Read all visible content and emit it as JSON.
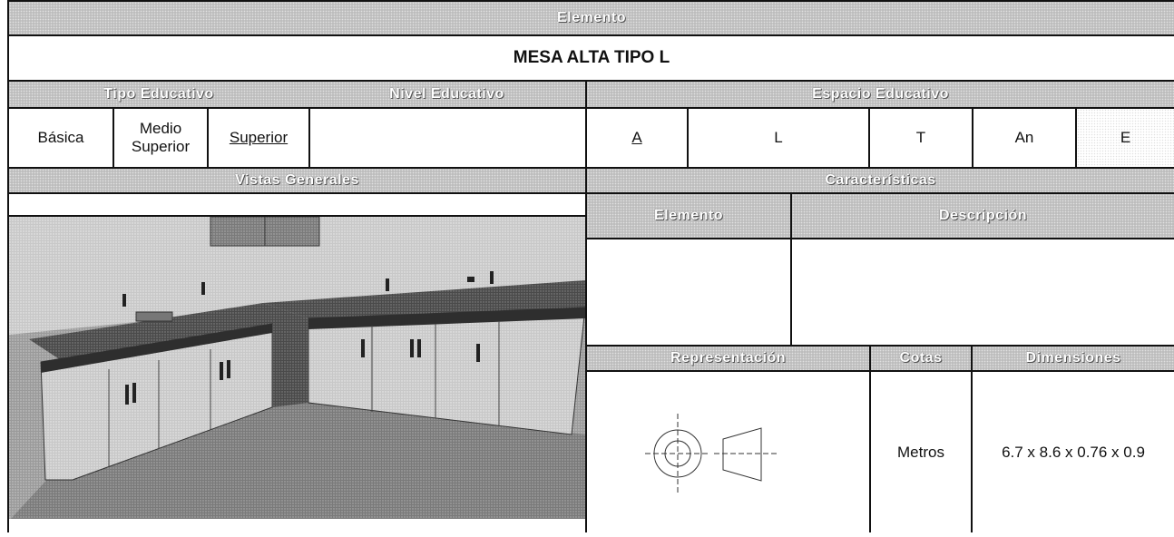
{
  "header": {
    "section_label": "Elemento",
    "title": "MESA ALTA TIPO L"
  },
  "left": {
    "tipo_label": "Tipo Educativo",
    "nivel_label": "Nivel Educativo",
    "nivel_options": [
      "Básica",
      "Medio Superior",
      "Superior"
    ],
    "selected_nivel": "Superior",
    "vistas_label": "Vistas Generales"
  },
  "right": {
    "espacio_label": "Espacio Educativo",
    "espacio_options": [
      "A",
      "L",
      "T",
      "An",
      "E"
    ],
    "selected_espacio": "A",
    "caracteristicas_label": "Características",
    "elemento_label": "Elemento",
    "descripcion_label": "Descripción",
    "representacion_label": "Representación",
    "cotas_label": "Cotas",
    "dimensiones_label": "Dimensiones",
    "cotas_value": "Metros",
    "dimensiones_value": "6.7 x 8.6 x 0.76 x 0.9"
  },
  "colors": {
    "header_bg": "#bdbdbd",
    "border": "#111111"
  }
}
